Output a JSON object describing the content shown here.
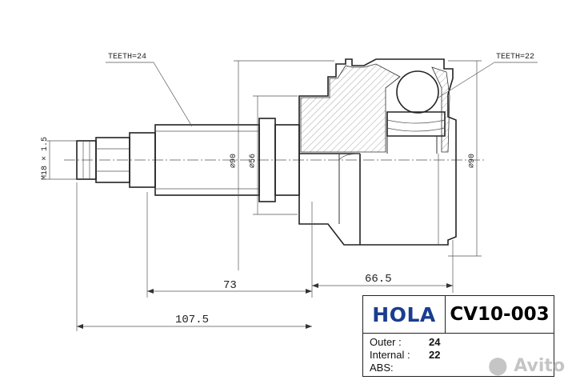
{
  "drawing": {
    "teeth_outer_label": "TEETH=24",
    "teeth_inner_label": "TEETH=22",
    "thread_label": "M18 × 1.5",
    "dia_90_left": "⌀90",
    "dia_56": "⌀56",
    "dia_90_right": "⌀90",
    "dim_73": "73",
    "dim_66_5": "66.5",
    "dim_107_5": "107.5"
  },
  "info": {
    "brand": "HOLA",
    "part_number": "CV10-003",
    "rows": [
      {
        "key": "Outer :",
        "value": "24"
      },
      {
        "key": "Internal :",
        "value": "22"
      },
      {
        "key": "ABS:",
        "value": ""
      }
    ]
  },
  "watermark": {
    "text": "Avito",
    "icon": "avito-logo-icon"
  },
  "colors": {
    "brand_blue": "#1a3d8f",
    "watermark_gray": "#969696"
  }
}
